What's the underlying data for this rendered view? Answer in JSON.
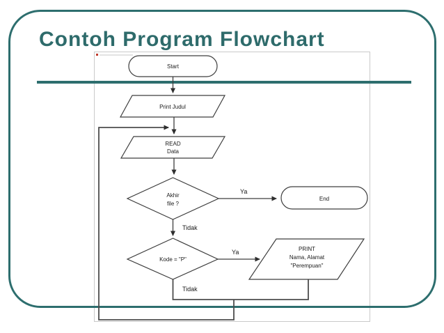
{
  "slide": {
    "title": "Contoh Program Flowchart"
  },
  "flowchart": {
    "start": "Start",
    "print_judul": "Print Judul",
    "read_line1": "READ",
    "read_line2": "Data",
    "decision1_line1": "Akhir",
    "decision1_line2": "file ?",
    "end": "End",
    "decision2": "Kode = \"P\"",
    "print2_line1": "PRINT",
    "print2_line2": "Nama, Alamat",
    "print2_line3": "\"Perempuan\"",
    "label_ya1": "Ya",
    "label_tidak1": "Tidak",
    "label_ya2": "Ya",
    "label_tidak2": "Tidak"
  },
  "colors": {
    "accent_teal": "#2d6e6e",
    "title_teal": "#2e6b6b",
    "flow_line": "#3d3d3d",
    "panel_border": "#c9c9c9"
  }
}
